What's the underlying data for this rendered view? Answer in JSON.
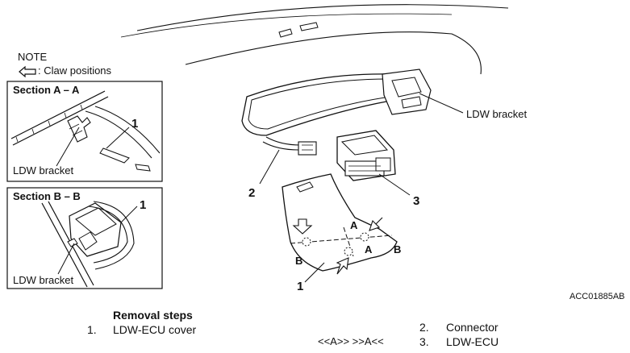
{
  "note": {
    "title": "NOTE",
    "legend_text": ": Claw positions"
  },
  "section_aa": {
    "title": "Section A – A",
    "callout_number": "1",
    "bracket_label": "LDW bracket"
  },
  "section_bb": {
    "title": "Section B – B",
    "callout_number": "1",
    "bracket_label": "LDW bracket"
  },
  "main": {
    "ldw_bracket_label": "LDW bracket",
    "callout_1": "1",
    "callout_2": "2",
    "callout_3": "3",
    "cut_a_top": "A",
    "cut_a_bottom": "A",
    "cut_b_left": "B",
    "cut_b_right": "B"
  },
  "figure_code": "ACC01885AB",
  "removal": {
    "heading": "Removal steps",
    "steps": [
      {
        "num": "1.",
        "marks": "",
        "label": "LDW-ECU cover"
      },
      {
        "num": "2.",
        "marks": "",
        "label": "Connector"
      },
      {
        "num": "3.",
        "marks": "<<A>>   >>A<<",
        "label": "LDW-ECU"
      }
    ]
  }
}
